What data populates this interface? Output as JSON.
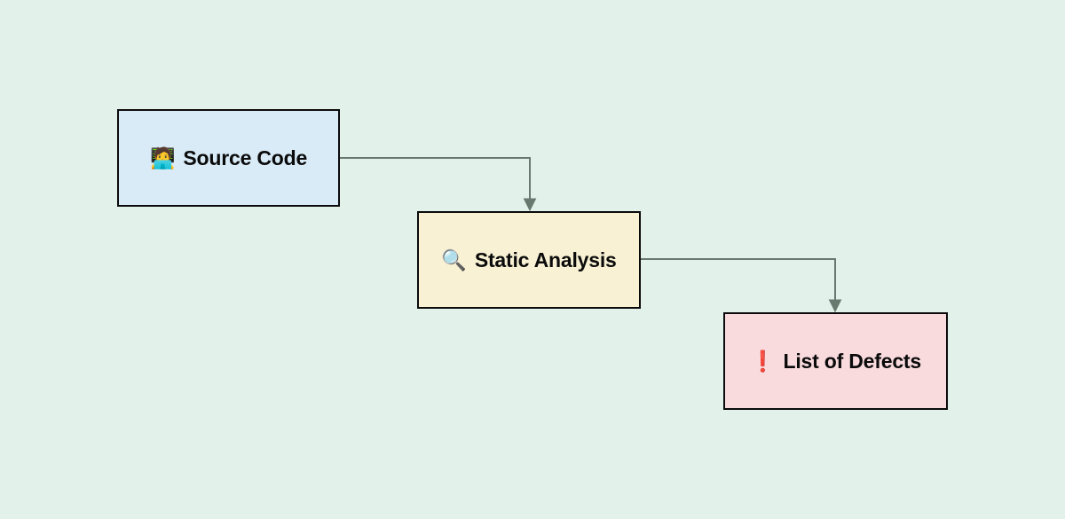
{
  "diagram": {
    "nodes": [
      {
        "id": "source-code",
        "icon": "🧑‍💻",
        "label": "Source Code",
        "fill": "#d8ebf7"
      },
      {
        "id": "static-analysis",
        "icon": "🔍",
        "label": "Static Analysis",
        "fill": "#f8f1d4"
      },
      {
        "id": "list-of-defects",
        "icon": "❗",
        "label": "List of Defects",
        "fill": "#f9dbde"
      }
    ],
    "edges": [
      {
        "from": "source-code",
        "to": "static-analysis"
      },
      {
        "from": "static-analysis",
        "to": "list-of-defects"
      }
    ],
    "colors": {
      "background": "#e2f1e9",
      "node_border": "#0b0b0b",
      "edge_line": "#687a6f",
      "text": "#0b0b0b"
    }
  }
}
